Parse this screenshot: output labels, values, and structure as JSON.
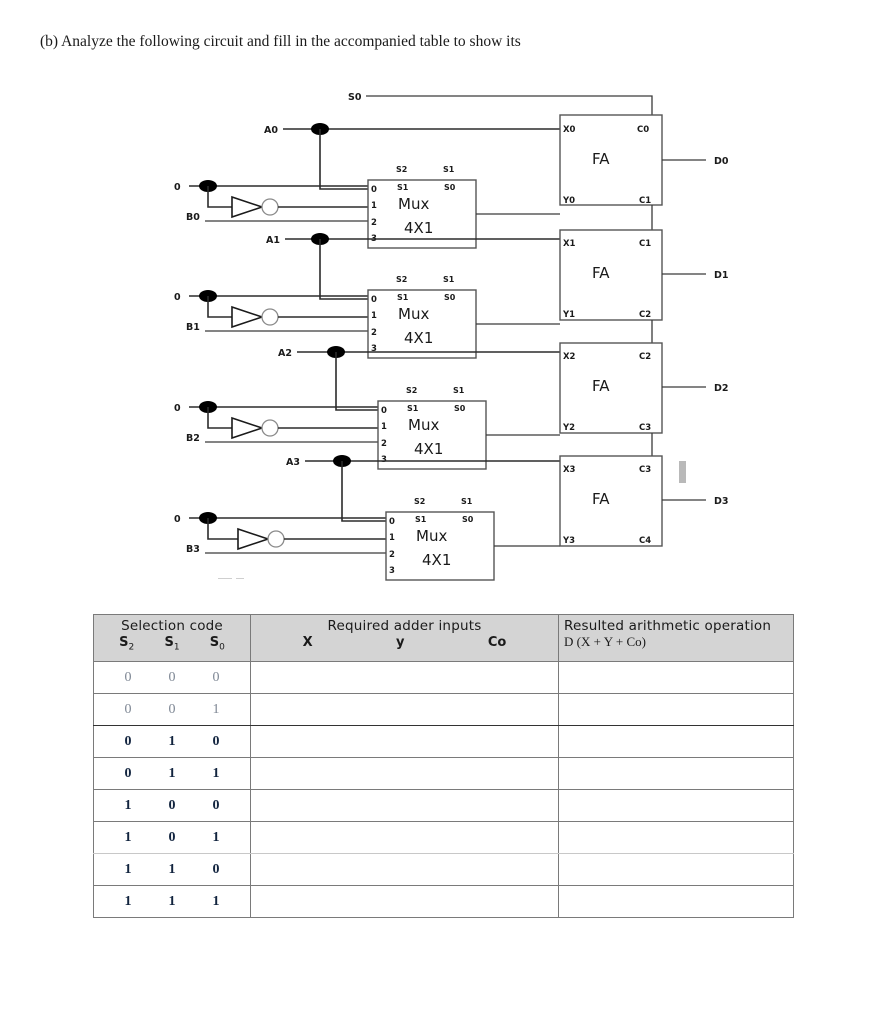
{
  "question": {
    "text": "(b) Analyze the following circuit and fill in the accompanied table to show its"
  },
  "circuit": {
    "control_line": "S0",
    "mux": {
      "title": "Mux",
      "subtitle": "4X1",
      "select_top_left": "S2",
      "select_top_right": "S1",
      "select_inner_left": "S1",
      "select_inner_right": "S0",
      "inputs": [
        "0",
        "1",
        "2",
        "3"
      ]
    },
    "adder": {
      "title": "FA"
    },
    "constant_input": "0",
    "stages": [
      {
        "a_label": "A0",
        "b_label": "B0",
        "x_pin": "X0",
        "y_pin": "Y0",
        "carry_in": "C0",
        "carry_out": "C1",
        "sum": "D0"
      },
      {
        "a_label": "A1",
        "b_label": "B1",
        "x_pin": "X1",
        "y_pin": "Y1",
        "carry_in": "C1",
        "carry_out": "C2",
        "sum": "D1"
      },
      {
        "a_label": "A2",
        "b_label": "B2",
        "x_pin": "X2",
        "y_pin": "Y2",
        "carry_in": "C2",
        "carry_out": "C3",
        "sum": "D2"
      },
      {
        "a_label": "A3",
        "b_label": "B3",
        "x_pin": "X3",
        "y_pin": "Y3",
        "carry_in": "C3",
        "carry_out": "C4",
        "sum": "D3"
      }
    ]
  },
  "table": {
    "headers": {
      "selection_code": "Selection code",
      "selection_bits": [
        "S2",
        "S1",
        "S0"
      ],
      "selection_bit_subs": [
        "2",
        "1",
        "0"
      ],
      "required_adder_inputs": "Required adder inputs",
      "adder_input_cols": [
        "X",
        "y",
        "Co"
      ],
      "resulted_operation": "Resulted arithmetic operation",
      "resulted_formula": "D (X + Y + Co)"
    },
    "rows": [
      {
        "bits": [
          "0",
          "0",
          "0"
        ],
        "x": "",
        "y": "",
        "co": "",
        "result": ""
      },
      {
        "bits": [
          "0",
          "0",
          "1"
        ],
        "x": "",
        "y": "",
        "co": "",
        "result": ""
      },
      {
        "bits": [
          "0",
          "1",
          "0"
        ],
        "x": "",
        "y": "",
        "co": "",
        "result": ""
      },
      {
        "bits": [
          "0",
          "1",
          "1"
        ],
        "x": "",
        "y": "",
        "co": "",
        "result": ""
      },
      {
        "bits": [
          "1",
          "0",
          "0"
        ],
        "x": "",
        "y": "",
        "co": "",
        "result": ""
      },
      {
        "bits": [
          "1",
          "0",
          "1"
        ],
        "x": "",
        "y": "",
        "co": "",
        "result": ""
      },
      {
        "bits": [
          "1",
          "1",
          "0"
        ],
        "x": "",
        "y": "",
        "co": "",
        "result": ""
      },
      {
        "bits": [
          "1",
          "1",
          "1"
        ],
        "x": "",
        "y": "",
        "co": "",
        "result": ""
      }
    ]
  }
}
